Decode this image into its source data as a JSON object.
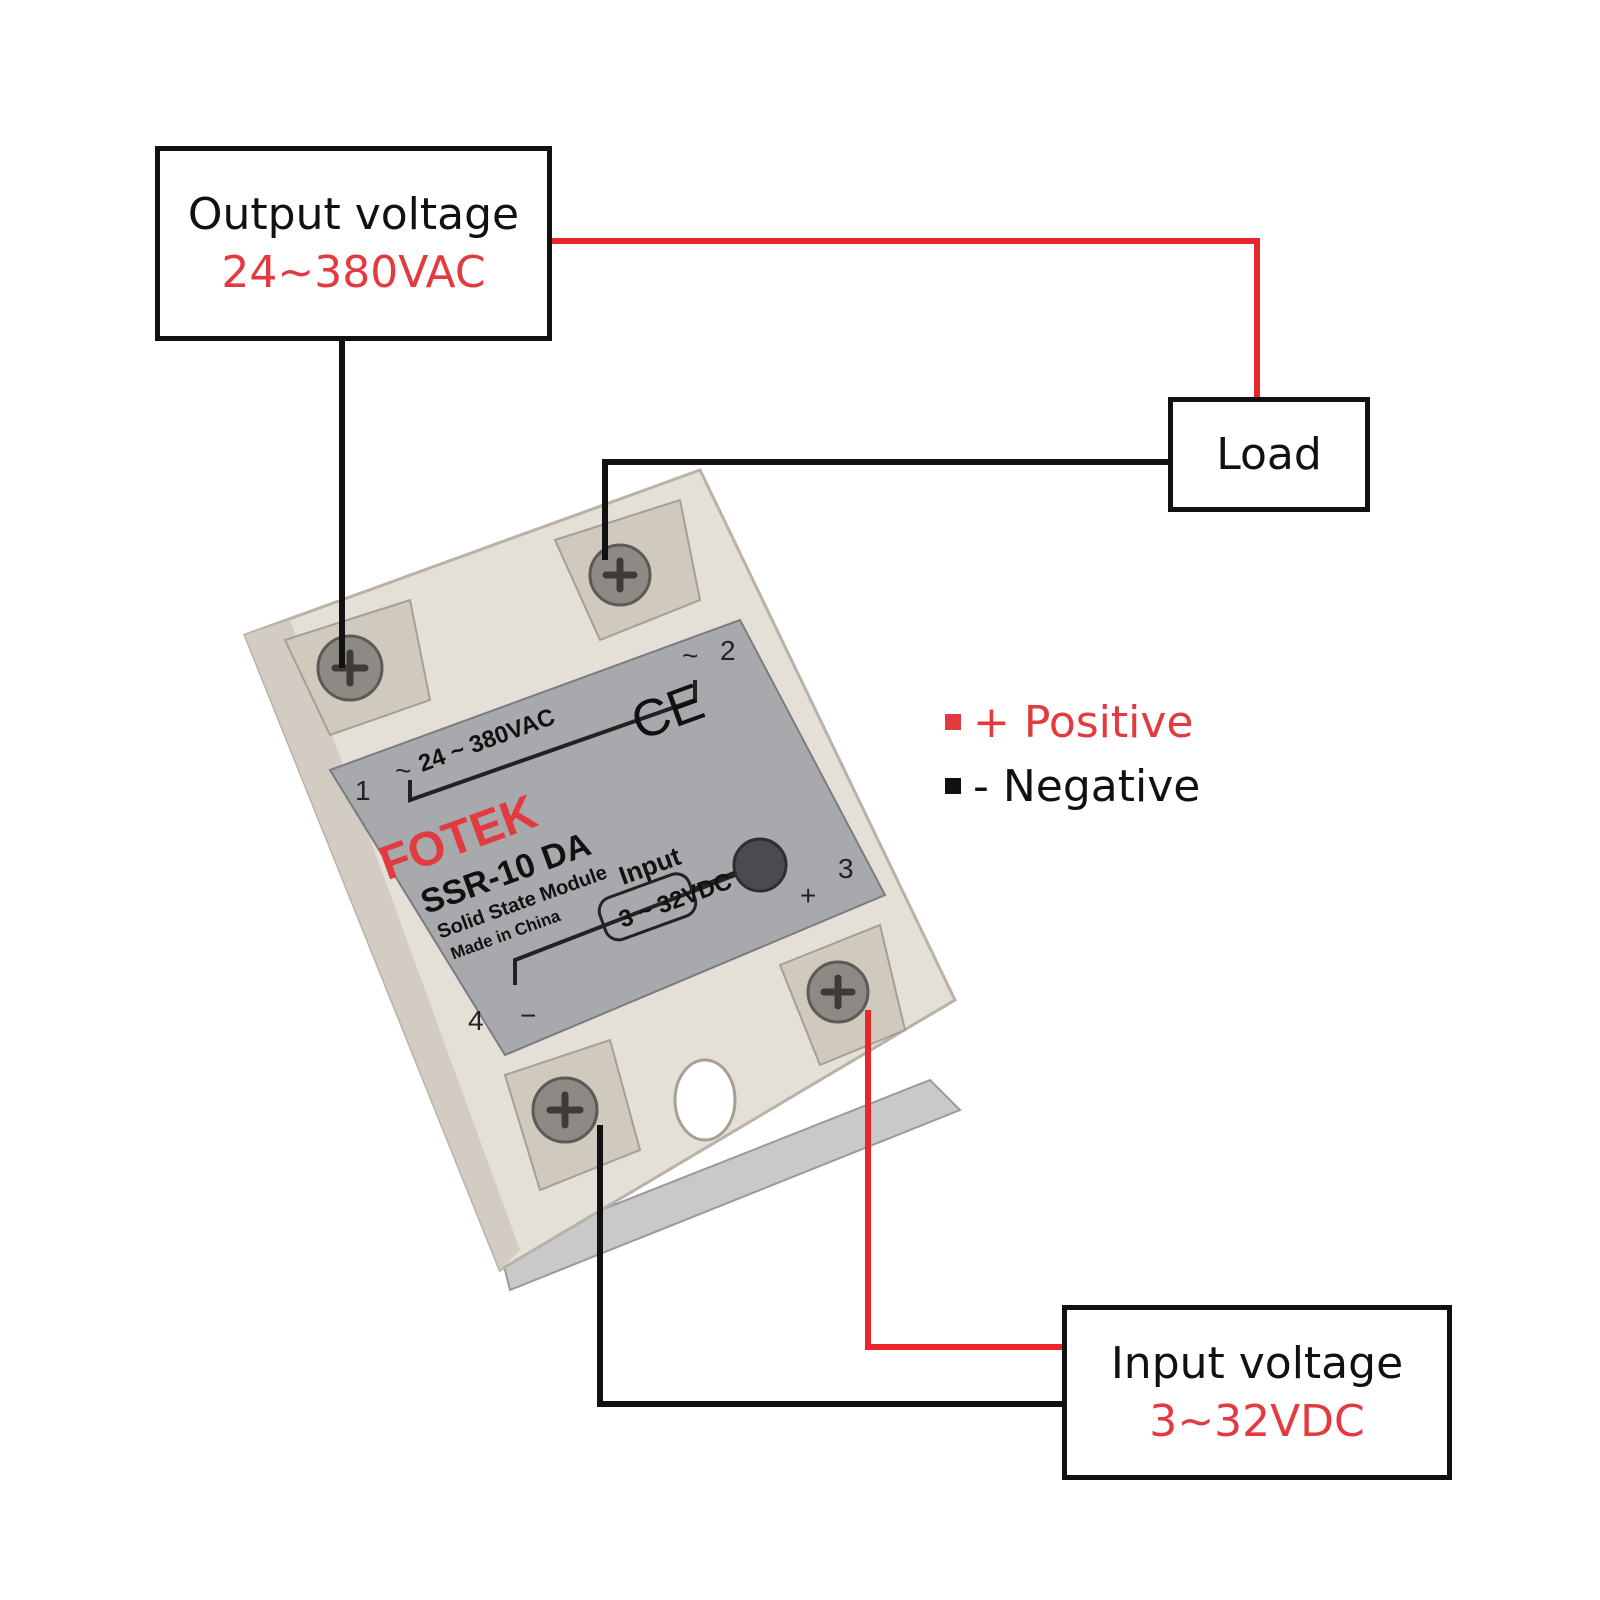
{
  "output_box": {
    "title": "Output voltage",
    "value": "24~380VAC"
  },
  "load_box": {
    "title": "Load"
  },
  "input_box": {
    "title": "Input voltage",
    "value": "3~32VDC"
  },
  "legend": {
    "positive": "+ Positive",
    "negative": "- Negative",
    "positive_color": "#e23a3f",
    "negative_color": "#111111"
  },
  "relay": {
    "brand": "FOTEK",
    "model": "SSR-10 DA",
    "subtitle": "Solid State Module",
    "origin": "Made in China",
    "ac_rating": "24 ~ 380VAC",
    "dc_rating": "3 ~ 32VDC",
    "input_label": "Input",
    "ce_mark": "CE",
    "terminal_1": "1",
    "terminal_2": "2",
    "terminal_3": "3",
    "terminal_4": "4",
    "ac_symbol": "~",
    "plus_symbol": "+",
    "minus_symbol": "−"
  },
  "wire_colors": {
    "red": "#e8262b",
    "black": "#111111"
  }
}
